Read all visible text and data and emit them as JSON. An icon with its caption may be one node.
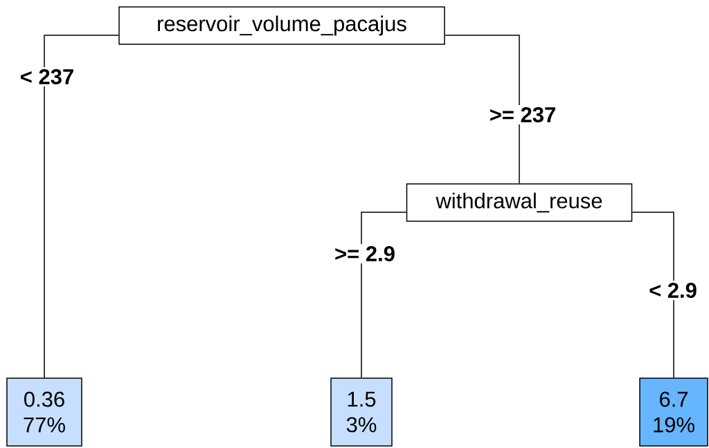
{
  "diagram": {
    "nodes": [
      {
        "text": [
          "reservoir_volume_pacajus"
        ]
      },
      {
        "text": [
          "withdrawal_reuse"
        ]
      },
      {
        "text": [
          "0.36",
          "77%"
        ]
      },
      {
        "text": [
          "1.5",
          "3%"
        ]
      },
      {
        "text": [
          "6.7",
          "19%"
        ]
      }
    ],
    "edges": [
      {
        "from": 0,
        "to": 2,
        "arrow": "none",
        "label": "< 237"
      },
      {
        "from": 0,
        "to": 1,
        "arrow": "none",
        "label": ">= 237"
      },
      {
        "from": 1,
        "to": 3,
        "arrow": "none",
        "label": ">= 2.9"
      },
      {
        "from": 1,
        "to": 4,
        "arrow": "none",
        "label": "< 2.9"
      }
    ]
  }
}
